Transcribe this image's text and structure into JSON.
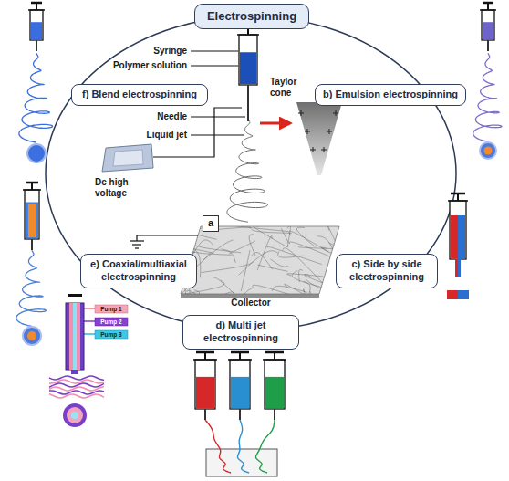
{
  "diagram": {
    "nodes": [
      {
        "text": [
          "Electrospinning"
        ]
      },
      {
        "text": [
          "f) Blend electrospinning"
        ]
      },
      {
        "text": [
          "b) Emulsion electrospinning"
        ]
      },
      {
        "text": [
          "a"
        ]
      },
      {
        "text": [
          "e) Coaxial/multiaxial electrospinning"
        ]
      },
      {
        "text": [
          "c) Side by side electrospinning"
        ]
      },
      {
        "text": [
          "d) Multi jet electrospinning"
        ]
      }
    ],
    "labels": [
      "Syringe",
      "Polymer solution",
      "Needle",
      "Liquid jet",
      "Taylor cone",
      "Dc high voltage",
      "Collector",
      "Pump 1",
      "Pump 2",
      "Pump 3"
    ]
  }
}
